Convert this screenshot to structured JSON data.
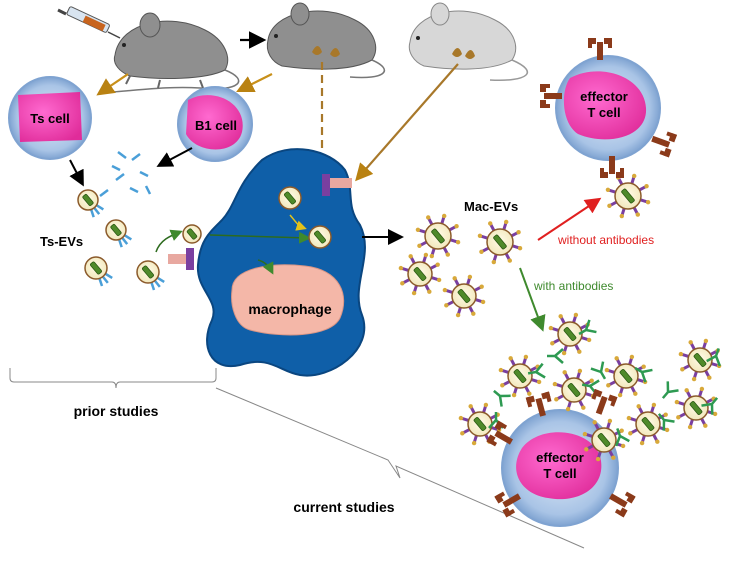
{
  "labels": {
    "ts_cell": "Ts cell",
    "b1_cell": "B1 cell",
    "ts_evs": "Ts-EVs",
    "macrophage": "macrophage",
    "mac_evs": "Mac-EVs",
    "effector_line1": "effector",
    "effector_line2": "T cell",
    "without_antibodies": "without antibodies",
    "with_antibodies": "with antibodies",
    "prior_studies": "prior studies",
    "current_studies": "current studies"
  },
  "colors": {
    "blue_cell_halo": "#a9c4e6",
    "pink_nucleus": "#f03ca8",
    "macrophage": "#0f5fa8",
    "macrophage_nucleus": "#f4b7a8",
    "brown_arrow": "#c8901a",
    "red_arrow": "#e02020",
    "green_arrow": "#3f8a2e",
    "receptor": "#8b3a1a",
    "antibody": "#2e9a52"
  }
}
